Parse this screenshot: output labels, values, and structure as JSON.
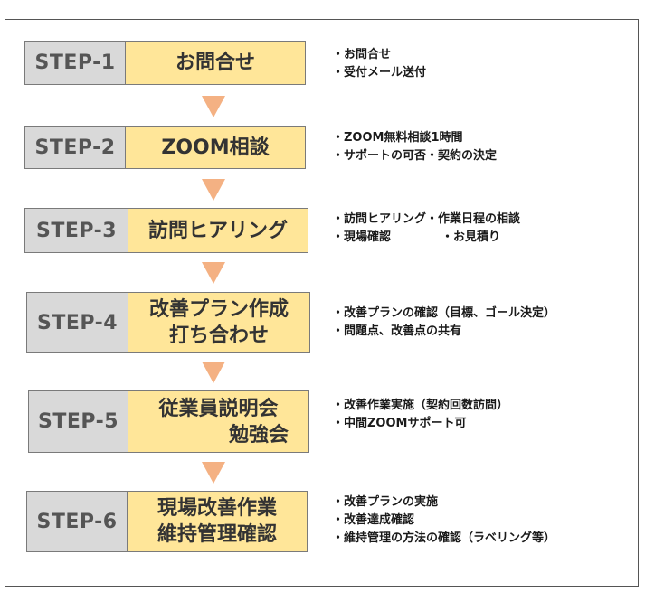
{
  "steps": [
    {
      "label": "STEP-1",
      "title_lines": [
        "お問合せ"
      ],
      "notes": [
        "・お問合せ",
        "・受付メール送付"
      ]
    },
    {
      "label": "STEP-2",
      "title_lines": [
        "ZOOM相談"
      ],
      "notes": [
        "・ZOOM無料相談1時間",
        "・サポートの可否・契約の決定"
      ]
    },
    {
      "label": "STEP-3",
      "title_lines": [
        "訪問ヒアリング"
      ],
      "notes": [
        "・訪問ヒアリング・作業日程の相談",
        "・現場確認",
        "・お見積り"
      ]
    },
    {
      "label": "STEP-4",
      "title_lines": [
        "改善プラン作成",
        "打ち合わせ"
      ],
      "notes": [
        "・改善プランの確認（目標、ゴール決定）",
        "・問題点、改善点の共有"
      ]
    },
    {
      "label": "STEP-5",
      "title_lines": [
        "従業員説明会",
        "勉強会"
      ],
      "notes": [
        "・改善作業実施（契約回数訪問）",
        "・中間ZOOMサポート可"
      ]
    },
    {
      "label": "STEP-6",
      "title_lines": [
        "現場改善作業",
        "維持管理確認"
      ],
      "notes": [
        "・改善プランの実施",
        "・改善達成確認",
        "・維持管理の方法の確認（ラベリング等）"
      ]
    }
  ],
  "colors": {
    "label_bg": "#d9d9d9",
    "title_bg": "#ffe699",
    "arrow": "#f4b183",
    "border": "#7a7a7a"
  }
}
